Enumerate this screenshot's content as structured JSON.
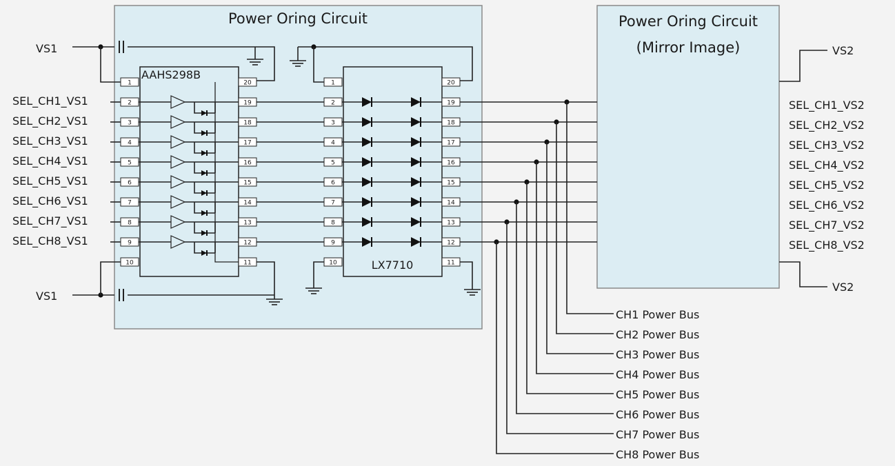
{
  "left_block": {
    "title": "Power Oring Circuit"
  },
  "right_block": {
    "title_line1": "Power Oring Circuit",
    "title_line2": "(Mirror Image)"
  },
  "chip_a": {
    "name": "AAHS298B",
    "left_pins": [
      "1",
      "2",
      "3",
      "4",
      "5",
      "6",
      "7",
      "8",
      "9",
      "10"
    ],
    "right_pins": [
      "20",
      "19",
      "18",
      "17",
      "16",
      "15",
      "14",
      "13",
      "12",
      "11"
    ]
  },
  "chip_b": {
    "name": "LX7710",
    "left_pins": [
      "1",
      "2",
      "3",
      "4",
      "5",
      "6",
      "7",
      "8",
      "9",
      "10"
    ],
    "right_pins": [
      "20",
      "19",
      "18",
      "17",
      "16",
      "15",
      "14",
      "13",
      "12",
      "11"
    ]
  },
  "vs1_labels": [
    "VS1",
    "VS1"
  ],
  "vs2_labels": [
    "VS2",
    "VS2"
  ],
  "sel_vs1": [
    "SEL_CH1_VS1",
    "SEL_CH2_VS1",
    "SEL_CH3_VS1",
    "SEL_CH4_VS1",
    "SEL_CH5_VS1",
    "SEL_CH6_VS1",
    "SEL_CH7_VS1",
    "SEL_CH8_VS1"
  ],
  "sel_vs2": [
    "SEL_CH1_VS2",
    "SEL_CH2_VS2",
    "SEL_CH3_VS2",
    "SEL_CH4_VS2",
    "SEL_CH5_VS2",
    "SEL_CH6_VS2",
    "SEL_CH7_VS2",
    "SEL_CH8_VS2"
  ],
  "power_buses": [
    "CH1 Power Bus",
    "CH2 Power Bus",
    "CH3 Power Bus",
    "CH4 Power Bus",
    "CH5 Power Bus",
    "CH6 Power Bus",
    "CH7 Power Bus",
    "CH8 Power Bus"
  ],
  "colors": {
    "block_fill": "#dcedf3",
    "block_stroke": "#8a8a8a",
    "background": "#f3f3f3",
    "line": "#222222"
  }
}
